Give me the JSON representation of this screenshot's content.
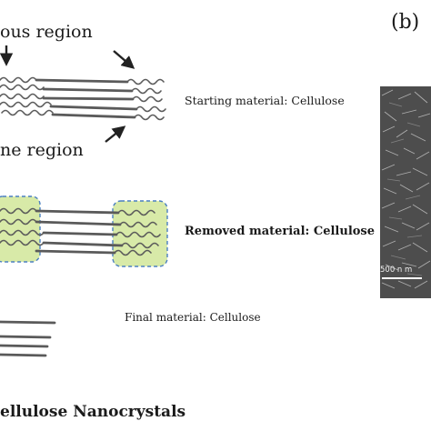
{
  "labels": {
    "amorphous_region": "ous region",
    "crystalline_region": "ne region",
    "panel_b": "(b)",
    "footer_title": "ellulose Nanocrystals",
    "scale": "500 n m"
  },
  "stages": [
    {
      "id": "starting",
      "text": "Starting material: Cellulose"
    },
    {
      "id": "removed",
      "text": "Removed material: Cellulose"
    },
    {
      "id": "final",
      "text": "Final material: Cellulose"
    }
  ],
  "colors": {
    "fiber": "#5a5a5a",
    "removed_fill": "#d8eaa8",
    "removed_border": "#4a7fc1",
    "arrow": "#222222"
  },
  "icons": [
    "arrow-down-icon",
    "arrow-diagonal-down-icon",
    "arrow-diagonal-up-icon"
  ]
}
